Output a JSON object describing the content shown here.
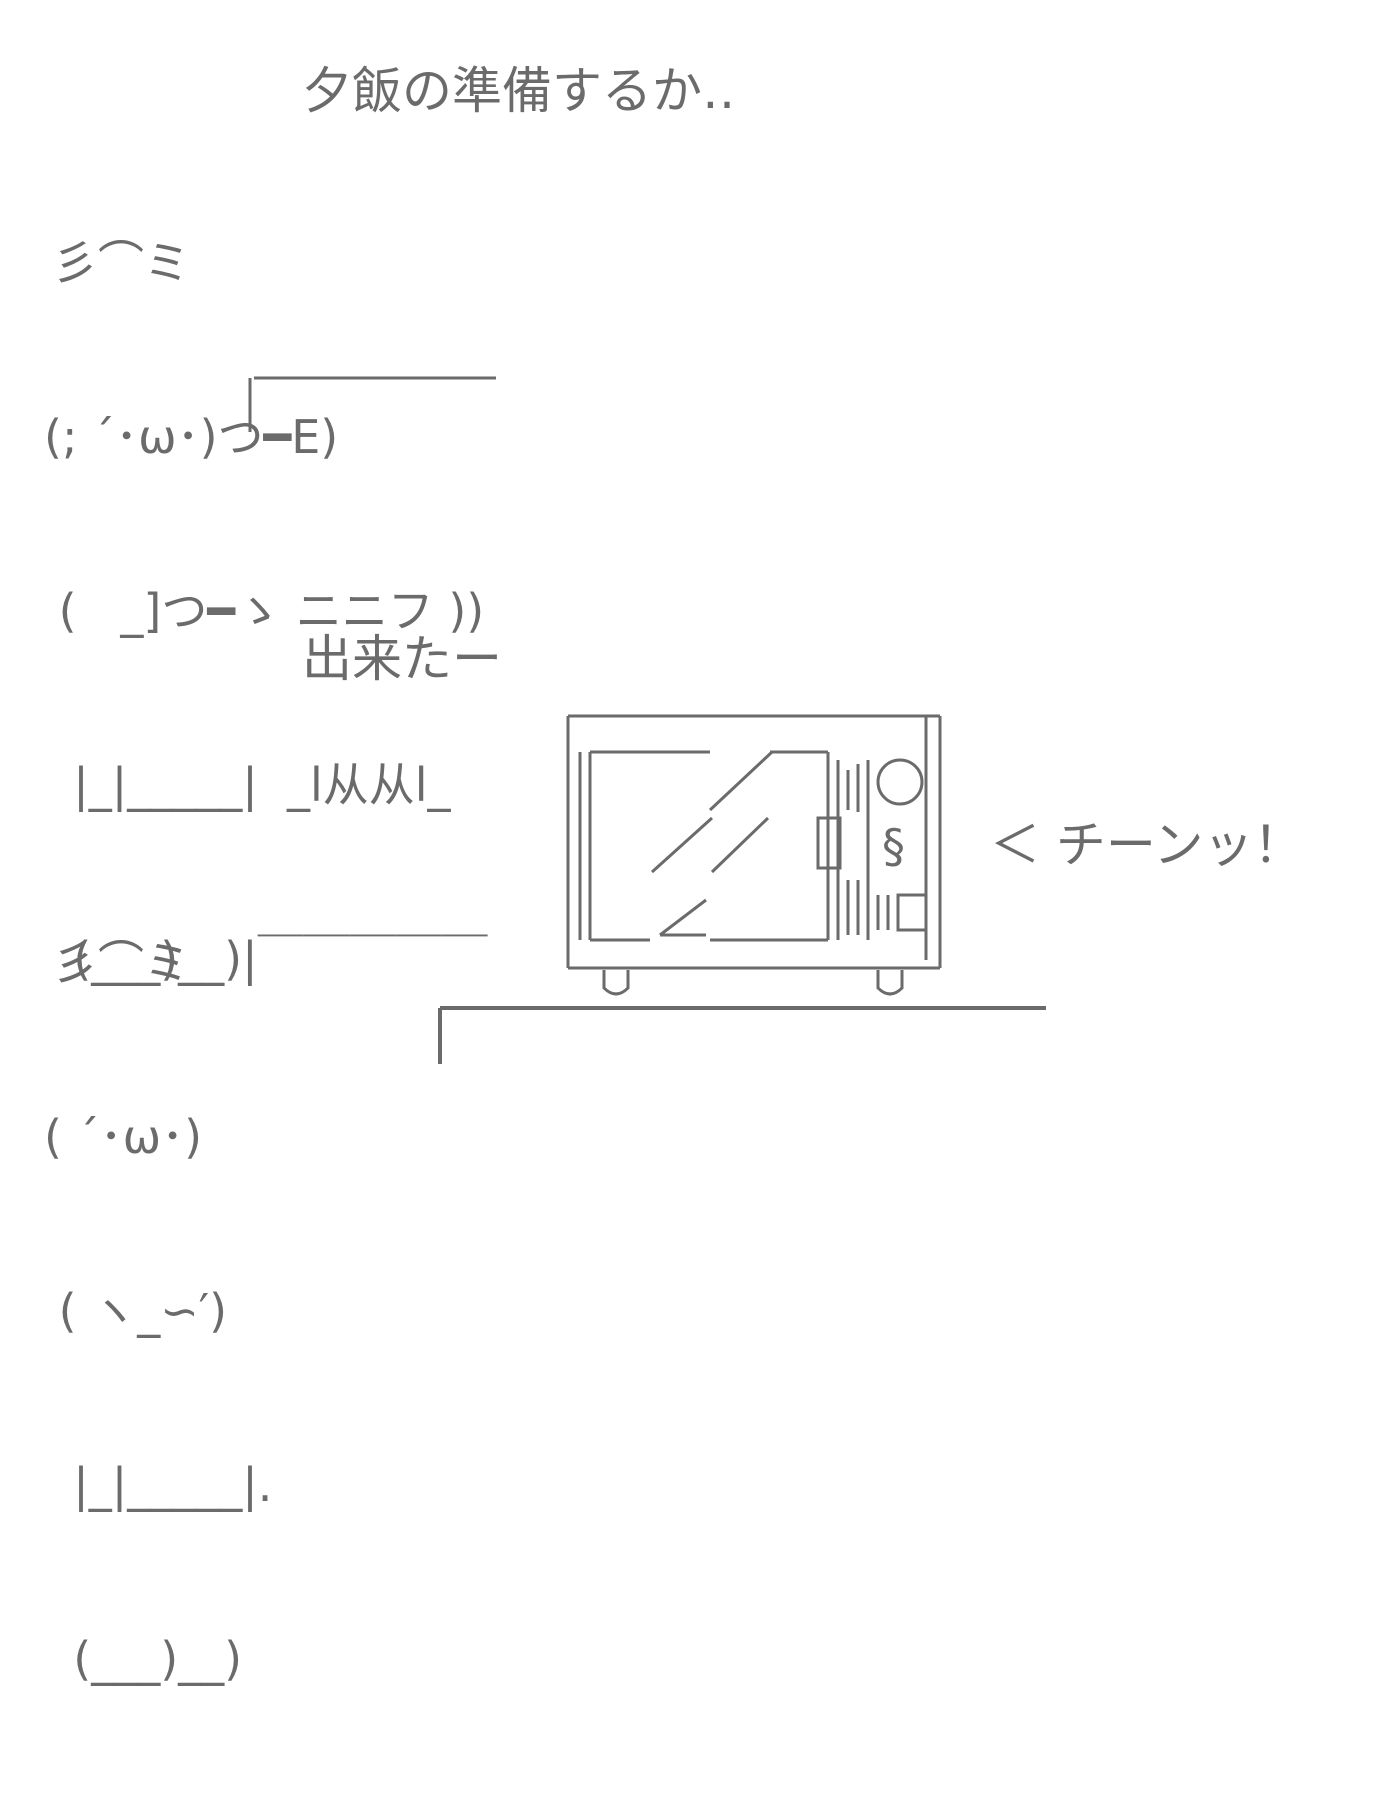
{
  "scene1": {
    "caption": "夕飯の準備するか‥",
    "art_lines": [
      "彡⌒ミ",
      "(; ´･ω･)つ━E)",
      " (   _]つ━ゝ ニニフ ))",
      "  |_|_____|  _l从从l_",
      "  (___)__)|￣￣￣￣￣"
    ]
  },
  "scene2": {
    "caption": "出来たー",
    "art_lines": [
      "彡⌒ミ",
      "( ´･ω･)",
      " ( ヽ_∽′)",
      "  |_|_____|.",
      "  (___)__)"
    ],
    "microwave_symbol": "§",
    "speech": "＜ チーンッ！"
  }
}
